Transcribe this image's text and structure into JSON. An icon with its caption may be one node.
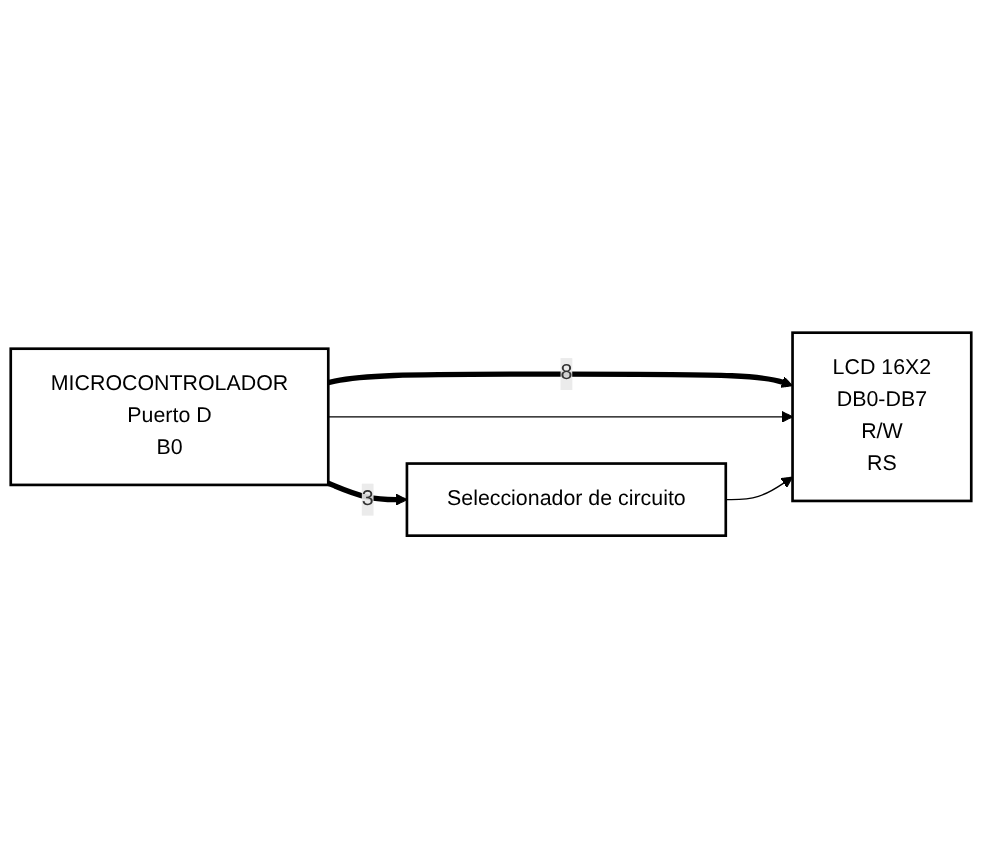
{
  "diagram": {
    "nodes": [
      {
        "text": [
          "MICROCONTROLADOR",
          "Puerto D",
          "B0"
        ]
      },
      {
        "text": [
          "LCD 16X2",
          "DB0-DB7",
          "R/W",
          "RS"
        ]
      },
      {
        "text": [
          "Seleccionador de circuito"
        ]
      }
    ],
    "edges": [
      {
        "from": 0,
        "to": 1,
        "arrow": "to",
        "label": "8",
        "style": "thick"
      },
      {
        "from": 0,
        "to": 1,
        "arrow": "to"
      },
      {
        "from": 0,
        "to": 2,
        "arrow": "to",
        "label": "3",
        "style": "thick"
      },
      {
        "from": 2,
        "to": 1,
        "arrow": "to"
      }
    ]
  }
}
